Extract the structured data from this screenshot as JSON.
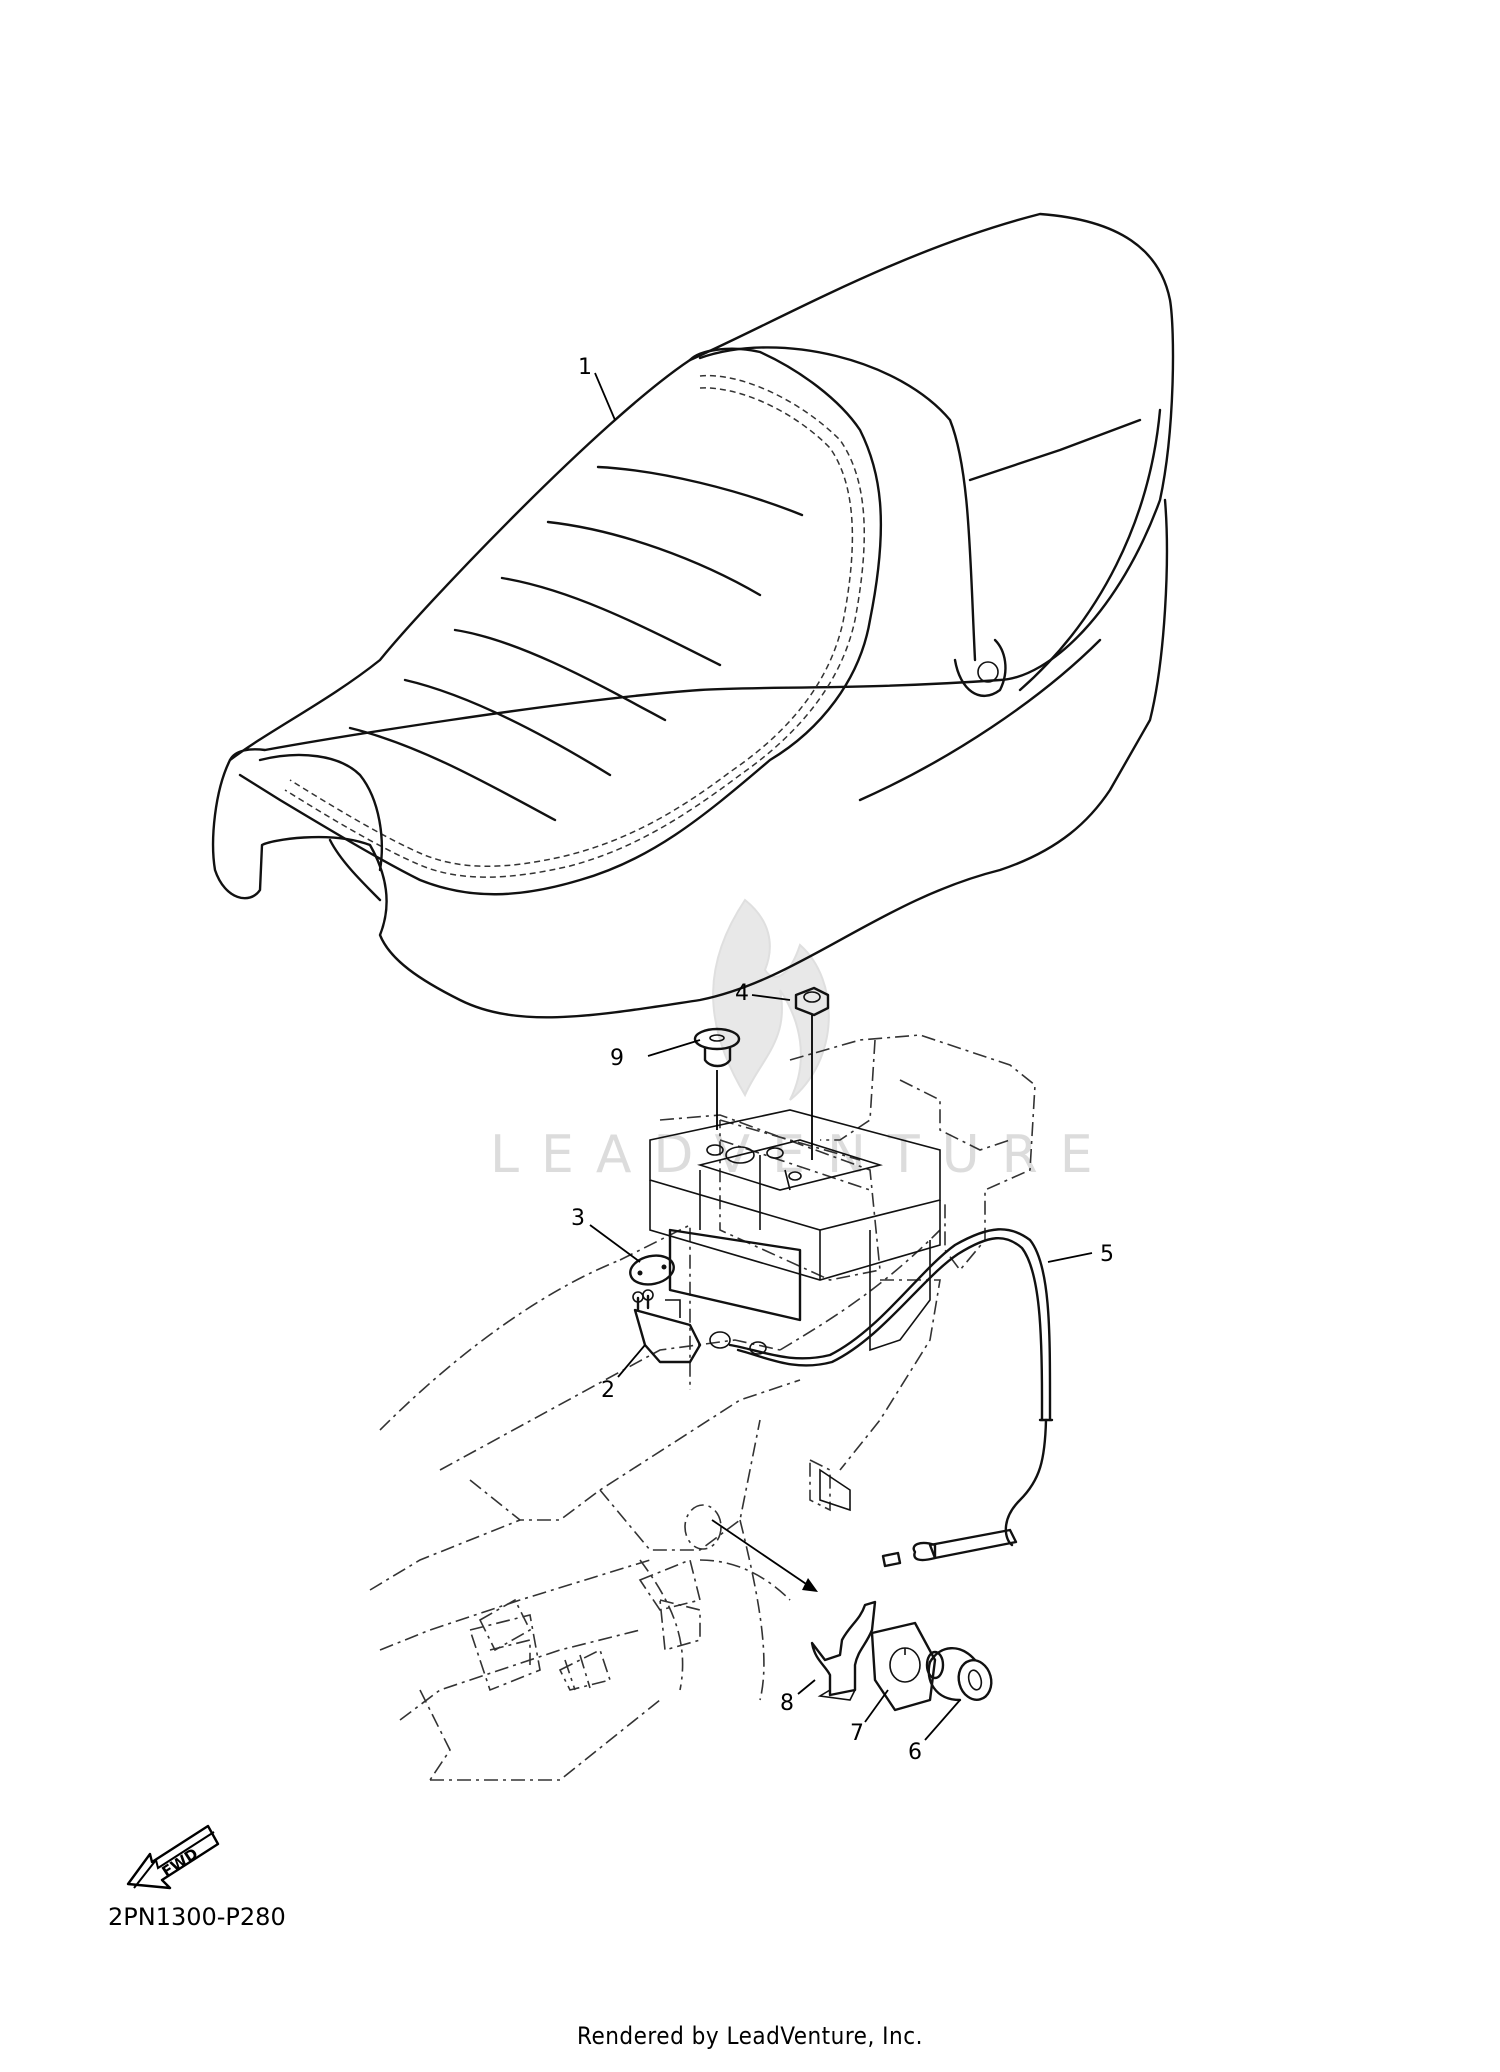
{
  "diagram": {
    "callouts": [
      "1",
      "2",
      "3",
      "4",
      "5",
      "6",
      "7",
      "8",
      "9"
    ],
    "fwd_label": "FWD",
    "watermark": "LEADVENTURE",
    "diagram_code": "2PN1300-P280",
    "footer": "Rendered by LeadVenture, Inc."
  }
}
